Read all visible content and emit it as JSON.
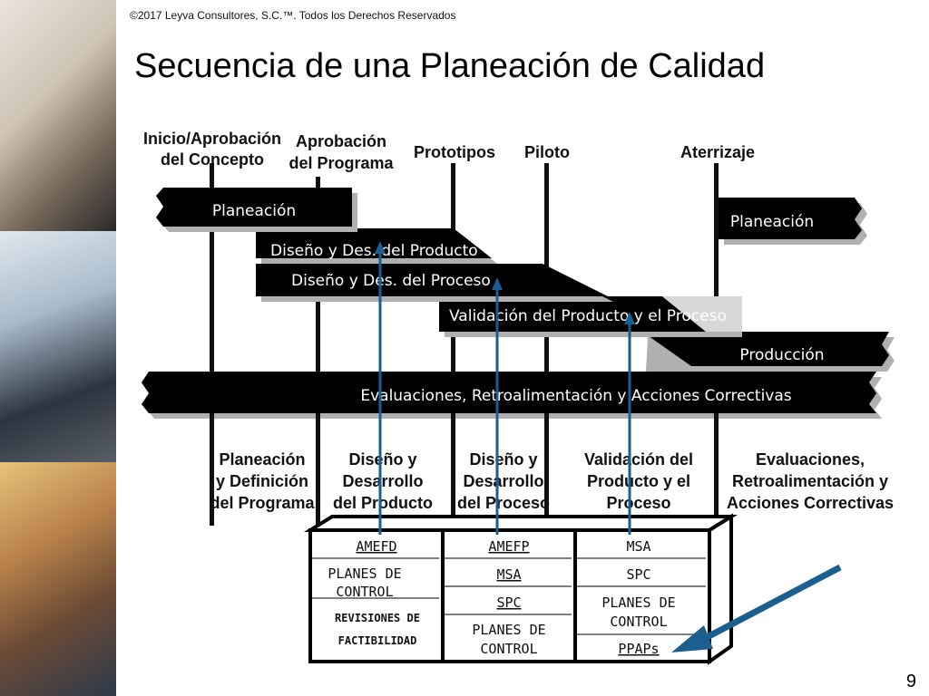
{
  "copyright": "©2017 Leyva Consultores, S.C.™. Todos los Derechos Reservados",
  "title": "Secuencia de una Planeación de Calidad",
  "page_number": "9",
  "milestones": [
    {
      "line1": "Inicio/Aprobación",
      "line2": "del Concepto"
    },
    {
      "line1": "Aprobación",
      "line2": "del Programa"
    },
    {
      "line1": "Prototipos",
      "line2": ""
    },
    {
      "line1": "Piloto",
      "line2": ""
    },
    {
      "line1": "Aterrizaje",
      "line2": ""
    }
  ],
  "bars": {
    "planeacion_left": "Planeación",
    "planeacion_right": "Planeación",
    "diseno_producto": "Diseño y Des. del Producto",
    "diseno_proceso": "Diseño y Des. del Proceso",
    "validacion": "Validación del Producto y el Proceso",
    "produccion": "Producción",
    "evaluaciones": "Evaluaciones, Retroalimentación y Acciones Correctivas"
  },
  "phases": [
    {
      "line1": "Planeación",
      "line2": "y Definición",
      "line3": "del Programa"
    },
    {
      "line1": "Diseño y",
      "line2": "Desarrollo",
      "line3": "del Producto"
    },
    {
      "line1": "Diseño y",
      "line2": "Desarrollo",
      "line3": "del Proceso"
    },
    {
      "line1": "Validación del",
      "line2": "Producto y el",
      "line3": "Proceso"
    },
    {
      "line1": "Evaluaciones,",
      "line2": "Retroalimentación y",
      "line3": "Acciones Correctivas"
    }
  ],
  "table": {
    "col1": {
      "r1": "AMEFD",
      "r2a": "PLANES DE",
      "r2b": "CONTROL",
      "r3": "REVISIONES DE",
      "r4": "FACTIBILIDAD"
    },
    "col2": {
      "r1": "AMEFP",
      "r2": "MSA",
      "r3": "SPC",
      "r4a": "PLANES DE",
      "r4b": "CONTROL"
    },
    "col3": {
      "r1": "MSA",
      "r2": "SPC",
      "r3a": "PLANES DE",
      "r3b": "CONTROL",
      "r4": "PPAPs"
    }
  },
  "colors": {
    "bar": "#000000",
    "arrow": "#1a5f8f",
    "shadow": "#b0b0b0"
  }
}
